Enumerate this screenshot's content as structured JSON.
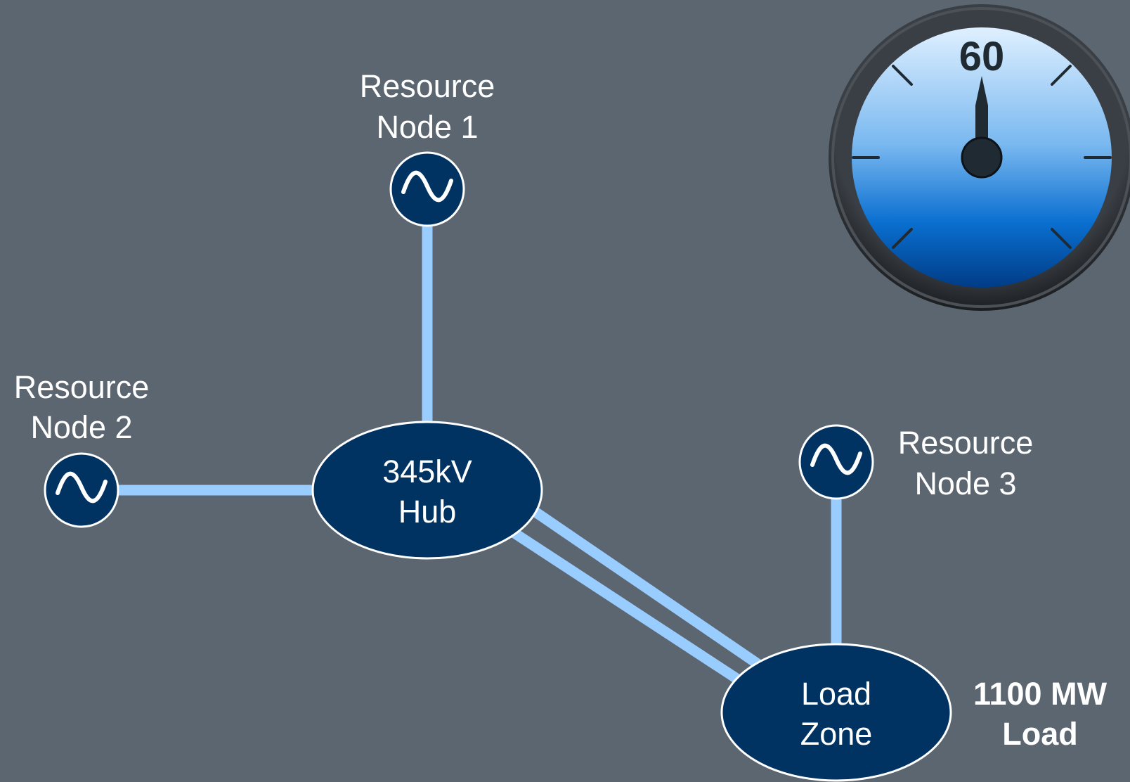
{
  "colors": {
    "background": "#5c6670",
    "node_fill": "#003262",
    "node_stroke": "#ffffff",
    "line": "#99ccff",
    "text": "#ffffff",
    "gauge_bezel": "#2b2f33",
    "gauge_face_top": "#cde7ff",
    "gauge_face_bottom": "#00408a",
    "gauge_needle": "#1f2a33"
  },
  "nodes": {
    "resource_node_1": {
      "label_line1": "Resource",
      "label_line2": "Node 1",
      "icon": "ac-generator-icon"
    },
    "resource_node_2": {
      "label_line1": "Resource",
      "label_line2": "Node 2",
      "icon": "ac-generator-icon"
    },
    "resource_node_3": {
      "label_line1": "Resource",
      "label_line2": "Node 3",
      "icon": "ac-generator-icon"
    },
    "hub": {
      "label_line1": "345kV",
      "label_line2": "Hub"
    },
    "load_zone": {
      "label_line1": "Load",
      "label_line2": "Zone"
    }
  },
  "load": {
    "line1": "1100 MW",
    "line2": "Load"
  },
  "gauge": {
    "value_label": "60",
    "needle": "up"
  }
}
